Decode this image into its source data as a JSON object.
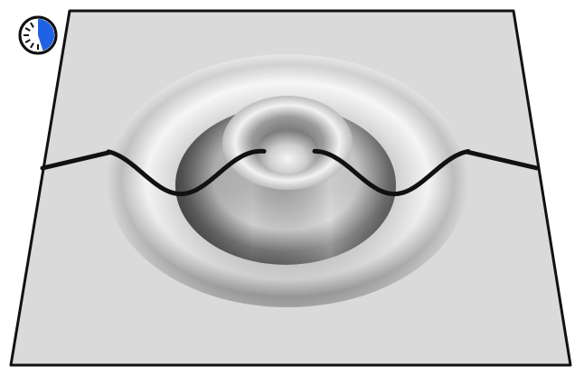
{
  "colors": {
    "background": "#ffffff",
    "plane_fill": "#dadada",
    "plane_stroke": "#111111",
    "profile_curve": "#111111",
    "timer_accent": "#1f62e6",
    "timer_face": "#ffffff"
  },
  "timer_icon": {
    "icon": "stopwatch-timer-icon",
    "elapsed_fraction": 0.45
  },
  "figure": {
    "surface": "ripple-ring-surface",
    "profile": "cross-section-wave-curve"
  }
}
